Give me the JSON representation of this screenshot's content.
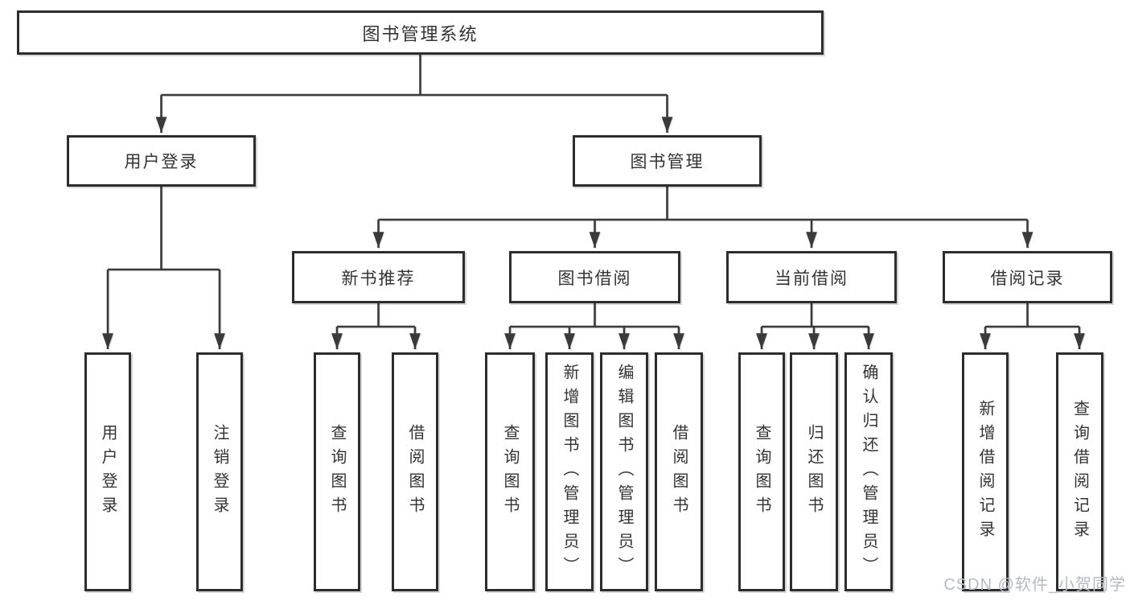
{
  "tree": {
    "root": "图书管理系统",
    "branches": [
      {
        "label": "用户登录",
        "children": [
          "用户登录",
          "注销登录"
        ]
      },
      {
        "label": "图书管理",
        "groups": [
          {
            "label": "新书推荐",
            "children": [
              "查询图书",
              "借阅图书"
            ]
          },
          {
            "label": "图书借阅",
            "children": [
              "查询图书",
              "新增图书（管理员）",
              "编辑图书（管理员）",
              "借阅图书"
            ]
          },
          {
            "label": "当前借阅",
            "children": [
              "查询图书",
              "归还图书",
              "确认归还（管理员）"
            ]
          },
          {
            "label": "借阅记录",
            "children": [
              "新增借阅记录",
              "查询借阅记录"
            ]
          }
        ]
      }
    ]
  },
  "watermark": "CSDN @软件_小贺同学",
  "colors": {
    "background": "#ffffff",
    "line": "#3a3a3a",
    "box_border": "#2d2d2d",
    "box_fill": "#ffffff",
    "text": "#333333",
    "watermark": "#b6bac0"
  }
}
